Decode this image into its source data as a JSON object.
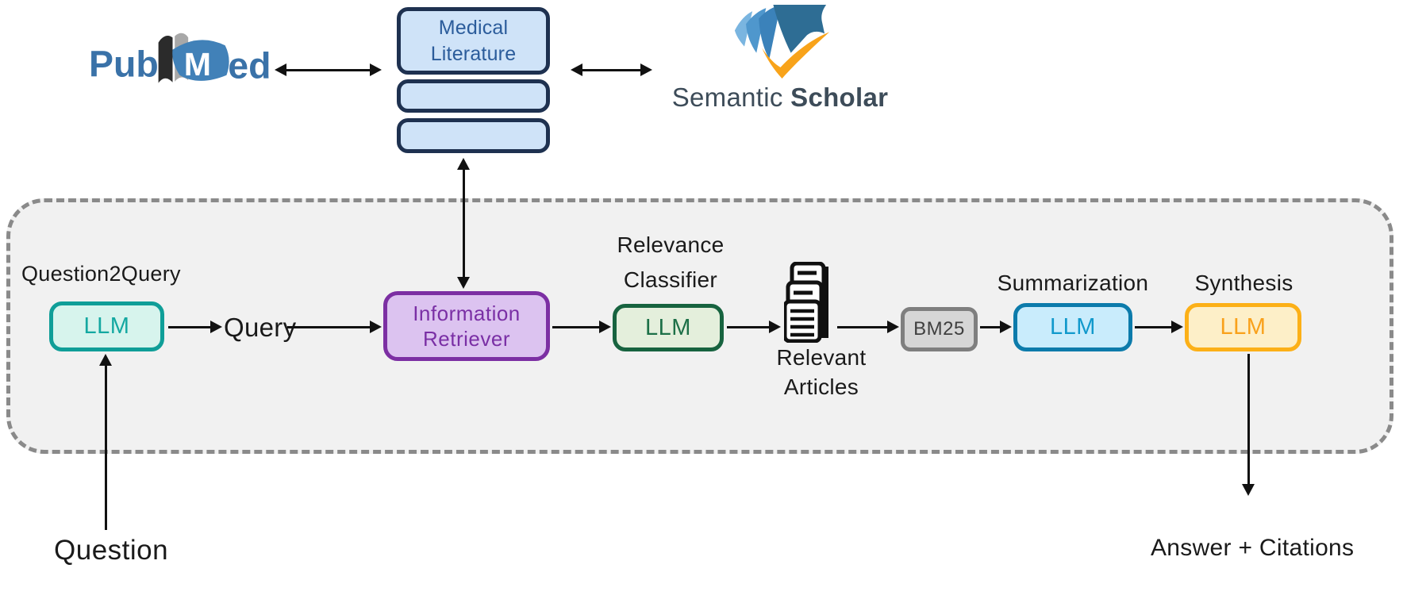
{
  "logos": {
    "pubmed": {
      "pub": "Pub",
      "m": "M",
      "ed": "ed"
    },
    "semantic_scholar": {
      "word1": "Semantic",
      "word2": "Scholar"
    }
  },
  "database": {
    "label": "Medical Literature"
  },
  "pipeline": {
    "question2query_label": "Question2Query",
    "question2query_llm": "LLM",
    "query_label": "Query",
    "information_retriever_line1": "Information",
    "information_retriever_line2": "Retriever",
    "relevance_classifier_line1": "Relevance",
    "relevance_classifier_line2": "Classifier",
    "relevance_llm": "LLM",
    "relevant_articles_line1": "Relevant",
    "relevant_articles_line2": "Articles",
    "bm25_label": "BM25",
    "summarization_label": "Summarization",
    "summarization_llm": "LLM",
    "synthesis_label": "Synthesis",
    "synthesis_llm": "LLM"
  },
  "io": {
    "question_label": "Question",
    "answer_label": "Answer + Citations"
  },
  "colors": {
    "q2q-border": "#0f9e98",
    "q2q-fill": "#d7f4ed",
    "q2q-text": "#14a8a1",
    "retriever-border": "#7c2fa3",
    "retriever-fill": "#dcc3f0",
    "retriever-text": "#7a2fa5",
    "classifier-border": "#17633f",
    "classifier-fill": "#e4efdc",
    "classifier-text": "#1d7048",
    "bm25-border": "#7f7f7f",
    "bm25-fill": "#d6d6d6",
    "bm25-text": "#3f3f3f",
    "summarization-border": "#0c7bab",
    "summarization-fill": "#c9ecfc",
    "summarization-text": "#1199cc",
    "synthesis-border": "#fcb017",
    "synthesis-fill": "#fdefc8",
    "synthesis-text": "#f9a11b",
    "medlit-border": "#1e3150",
    "medlit-fill": "#cfe3f8",
    "medlit-text": "#2b5c9b",
    "container-fill": "#f1f1f1",
    "container-border": "#8a8a8a",
    "pubmed-blue": "#3a72a8",
    "semantic-text": "#3d4c59",
    "arrow": "#111111"
  }
}
